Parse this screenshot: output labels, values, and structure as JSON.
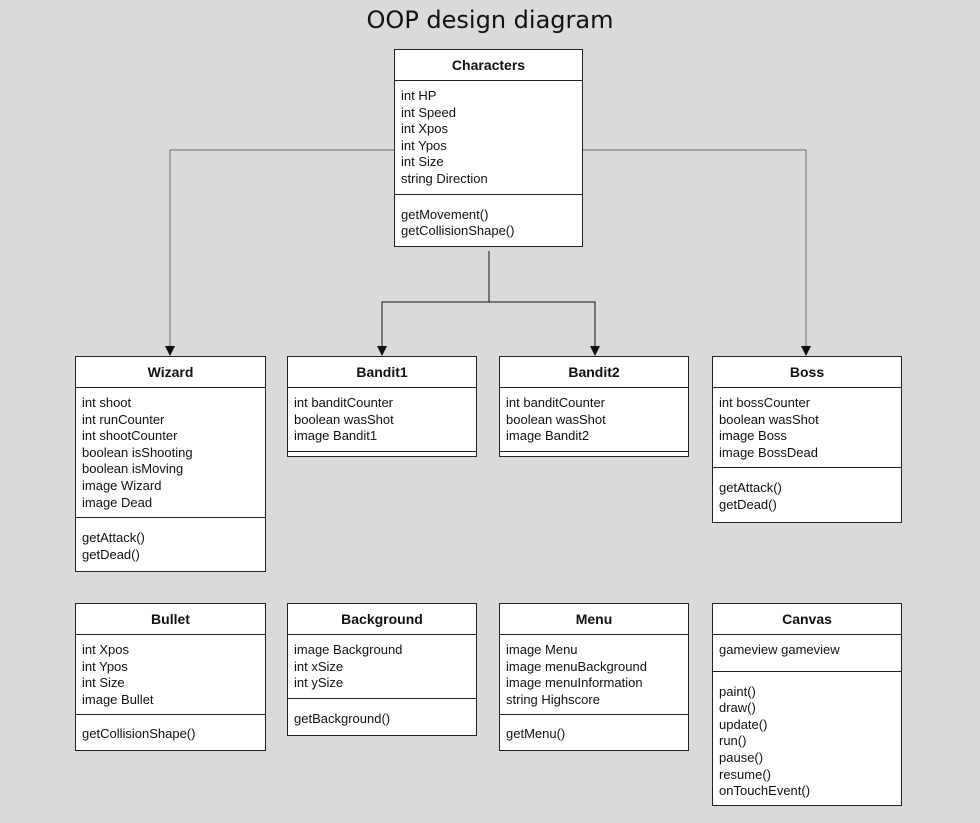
{
  "title": "OOP design diagram",
  "classes": {
    "characters": {
      "name": "Characters",
      "attributes": [
        "int HP",
        "int Speed",
        "int Xpos",
        "int Ypos",
        "int Size",
        "string Direction"
      ],
      "methods": [
        "getMovement()",
        "getCollisionShape()"
      ]
    },
    "wizard": {
      "name": "Wizard",
      "attributes": [
        "int shoot",
        "int runCounter",
        "int shootCounter",
        "boolean isShooting",
        "boolean isMoving",
        "image Wizard",
        "image Dead"
      ],
      "methods": [
        "getAttack()",
        "getDead()"
      ]
    },
    "bandit1": {
      "name": "Bandit1",
      "attributes": [
        "int banditCounter",
        "boolean wasShot",
        "image Bandit1"
      ],
      "methods": []
    },
    "bandit2": {
      "name": "Bandit2",
      "attributes": [
        "int banditCounter",
        "boolean wasShot",
        "image Bandit2"
      ],
      "methods": []
    },
    "boss": {
      "name": "Boss",
      "attributes": [
        "int bossCounter",
        "boolean wasShot",
        "image Boss",
        "image BossDead"
      ],
      "methods": [
        "getAttack()",
        "getDead()"
      ]
    },
    "bullet": {
      "name": "Bullet",
      "attributes": [
        "int Xpos",
        "int Ypos",
        "int Size",
        "image Bullet"
      ],
      "methods": [
        "getCollisionShape()"
      ]
    },
    "background": {
      "name": "Background",
      "attributes": [
        "image Background",
        "int xSize",
        "int ySize"
      ],
      "methods": [
        "getBackground()"
      ]
    },
    "menu": {
      "name": "Menu",
      "attributes": [
        "image Menu",
        "image menuBackground",
        "image menuInformation",
        "string Highscore"
      ],
      "methods": [
        "getMenu()"
      ]
    },
    "canvas": {
      "name": "Canvas",
      "attributes": [
        "gameview gameview"
      ],
      "methods": [
        "paint()",
        "draw()",
        "update()",
        "run()",
        "pause()",
        "resume()",
        "onTouchEvent()"
      ]
    }
  },
  "relations": [
    {
      "from": "characters",
      "to": "wizard"
    },
    {
      "from": "characters",
      "to": "bandit1"
    },
    {
      "from": "characters",
      "to": "bandit2"
    },
    {
      "from": "characters",
      "to": "boss"
    }
  ]
}
